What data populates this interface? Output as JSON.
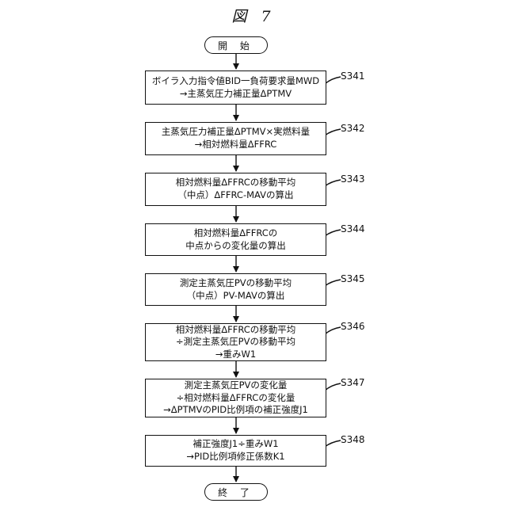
{
  "figure": {
    "title": "図 7"
  },
  "start": {
    "label": "開 始"
  },
  "end": {
    "label": "終 了"
  },
  "steps": [
    {
      "id": "S341",
      "lines": [
        "ボイラ入力指令値BID一負荷要求量MWD",
        "→主蒸気圧力補正量ΔPTMV"
      ]
    },
    {
      "id": "S342",
      "lines": [
        "主蒸気圧力補正量ΔPTMV×実燃料量",
        "→相対燃料量ΔFFRC"
      ]
    },
    {
      "id": "S343",
      "lines": [
        "相対燃料量ΔFFRCの移動平均",
        "（中点）ΔFFRC-MAVの算出"
      ]
    },
    {
      "id": "S344",
      "lines": [
        "相対燃料量ΔFFRCの",
        "中点からの変化量の算出"
      ]
    },
    {
      "id": "S345",
      "lines": [
        "測定主蒸気圧PVの移動平均",
        "（中点）PV-MAVの算出"
      ]
    },
    {
      "id": "S346",
      "lines": [
        "相対燃料量ΔFFRCの移動平均",
        "÷測定主蒸気圧PVの移動平均",
        "→重みW1"
      ]
    },
    {
      "id": "S347",
      "lines": [
        "測定主蒸気圧PVの変化量",
        "÷相対燃料量ΔFFRCの変化量",
        "→ΔPTMVのPID比例項の補正強度J1"
      ]
    },
    {
      "id": "S348",
      "lines": [
        "補正強度J1÷重みW1",
        "→PID比例項修正係数K1"
      ]
    }
  ]
}
